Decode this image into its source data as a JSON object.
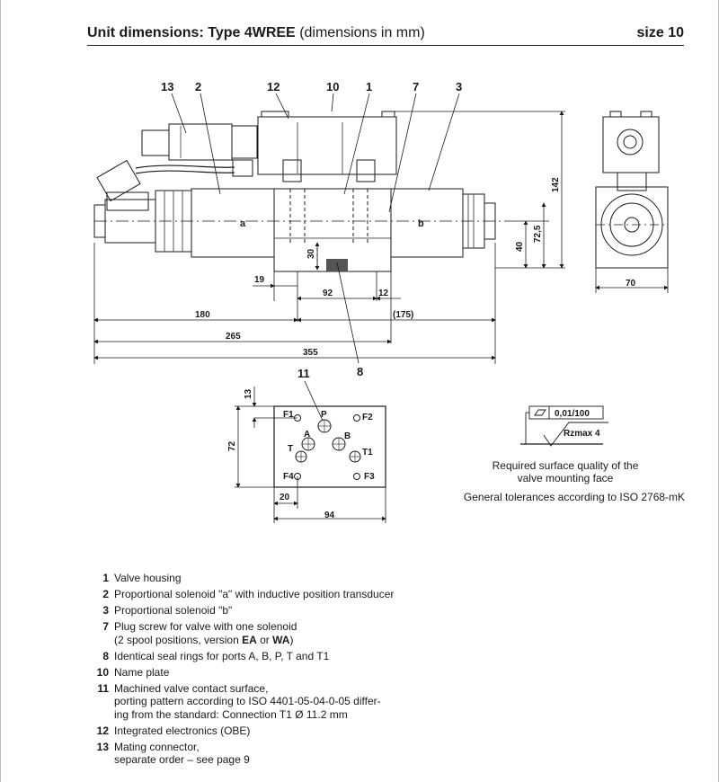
{
  "header": {
    "title_bold": "Unit dimensions: Type 4WREE",
    "title_suffix": "(dimensions in mm)",
    "size": "size 10"
  },
  "callouts": {
    "c13": "13",
    "c2": "2",
    "c12": "12",
    "c10": "10",
    "c1": "1",
    "c7": "7",
    "c3": "3",
    "c11": "11",
    "c8": "8"
  },
  "labels": {
    "a": "a",
    "b": "b"
  },
  "dimensions": {
    "d142": "142",
    "d72_5": "72,5",
    "d40": "40",
    "d30": "30",
    "d19": "19",
    "d92": "92",
    "d12": "12",
    "d180": "180",
    "d175": "(175)",
    "d265": "265",
    "d355": "355",
    "d70": "70",
    "d13": "13",
    "d72": "72",
    "d20": "20",
    "d94": "94"
  },
  "ports": {
    "F1": "F1",
    "F2": "F2",
    "F3": "F3",
    "F4": "F4",
    "P": "P",
    "A": "A",
    "B": "B",
    "T": "T",
    "T1": "T1"
  },
  "surface_symbol": {
    "flatness": "0,01/100",
    "roughness": "Rzmax  4"
  },
  "notes": {
    "surface_line1": "Required surface quality of the",
    "surface_line2": "valve mounting face",
    "tolerances": "General tolerances according to ISO 2768-mK"
  },
  "legend": [
    {
      "num": "1",
      "text": "Valve housing"
    },
    {
      "num": "2",
      "text": "Proportional solenoid \"a\" with inductive position transducer"
    },
    {
      "num": "3",
      "text": "Proportional solenoid \"b\""
    },
    {
      "num": "7",
      "text": "Plug screw for valve with one solenoid",
      "text2": "(2 spool positions, version ",
      "bold1": "EA",
      "mid": " or ",
      "bold2": "WA",
      "end": ")"
    },
    {
      "num": "8",
      "text": "Identical seal rings for ports A, B, P, T and T1"
    },
    {
      "num": "10",
      "text": "Name plate"
    },
    {
      "num": "11",
      "text": "Machined valve contact surface,\nporting pattern according to ISO 4401-05-04-0-05 differ-\ning from the standard: Connection T1 Ø 11.2 mm"
    },
    {
      "num": "12",
      "text": "Integrated electronics (OBE)"
    },
    {
      "num": "13",
      "text": "Mating connector,\nseparate order – see page 9"
    }
  ]
}
